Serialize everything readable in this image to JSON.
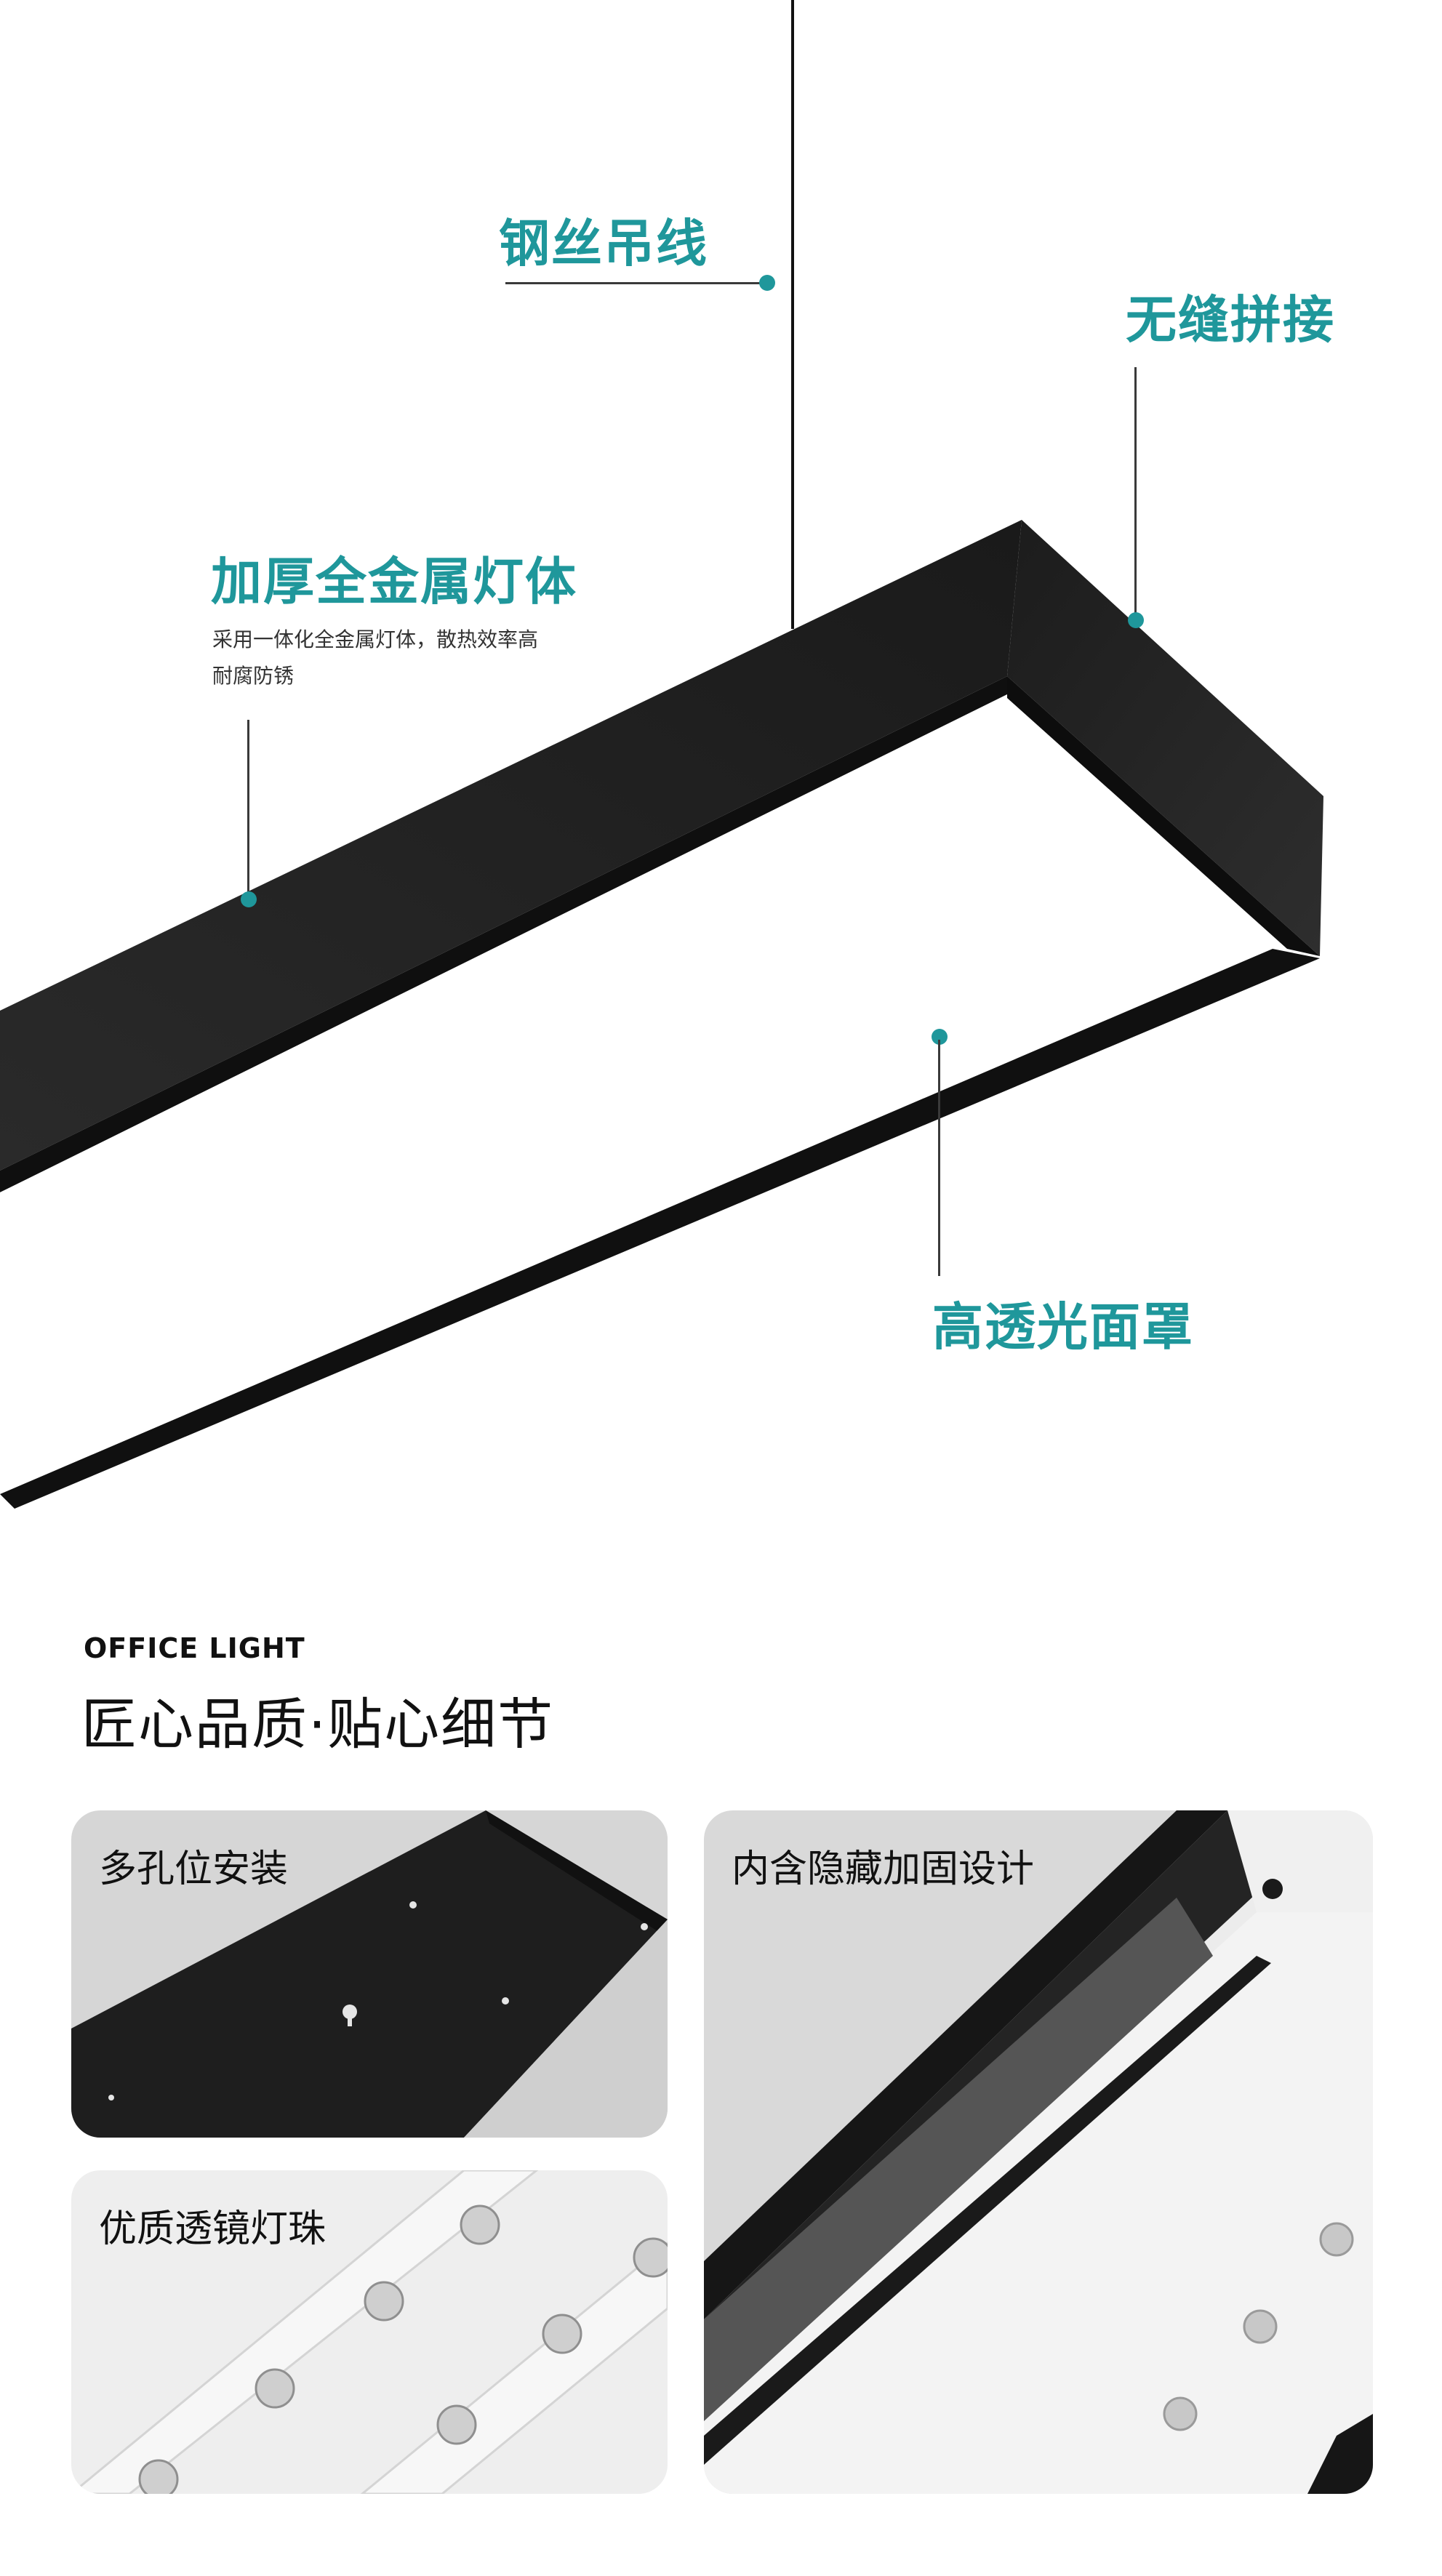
{
  "hero": {
    "callouts": {
      "steel_wire": "钢丝吊线",
      "seamless_splice": "无缝拼接",
      "metal_body": "加厚全金属灯体",
      "metal_body_desc_line1": "采用一体化全金属灯体，散热效率高",
      "metal_body_desc_line2": "耐腐防锈",
      "diffuser": "高透光面罩"
    }
  },
  "section": {
    "eyebrow": "OFFICE LIGHT",
    "title": "匠心品质·贴心细节"
  },
  "features": [
    {
      "label": "多孔位安装"
    },
    {
      "label": "内含隐藏加固设计"
    },
    {
      "label": "优质透镜灯珠"
    }
  ],
  "colors": {
    "accent": "#1f979b",
    "fixture": "#1c1c1c",
    "card_bg": "#d9d9d9"
  }
}
